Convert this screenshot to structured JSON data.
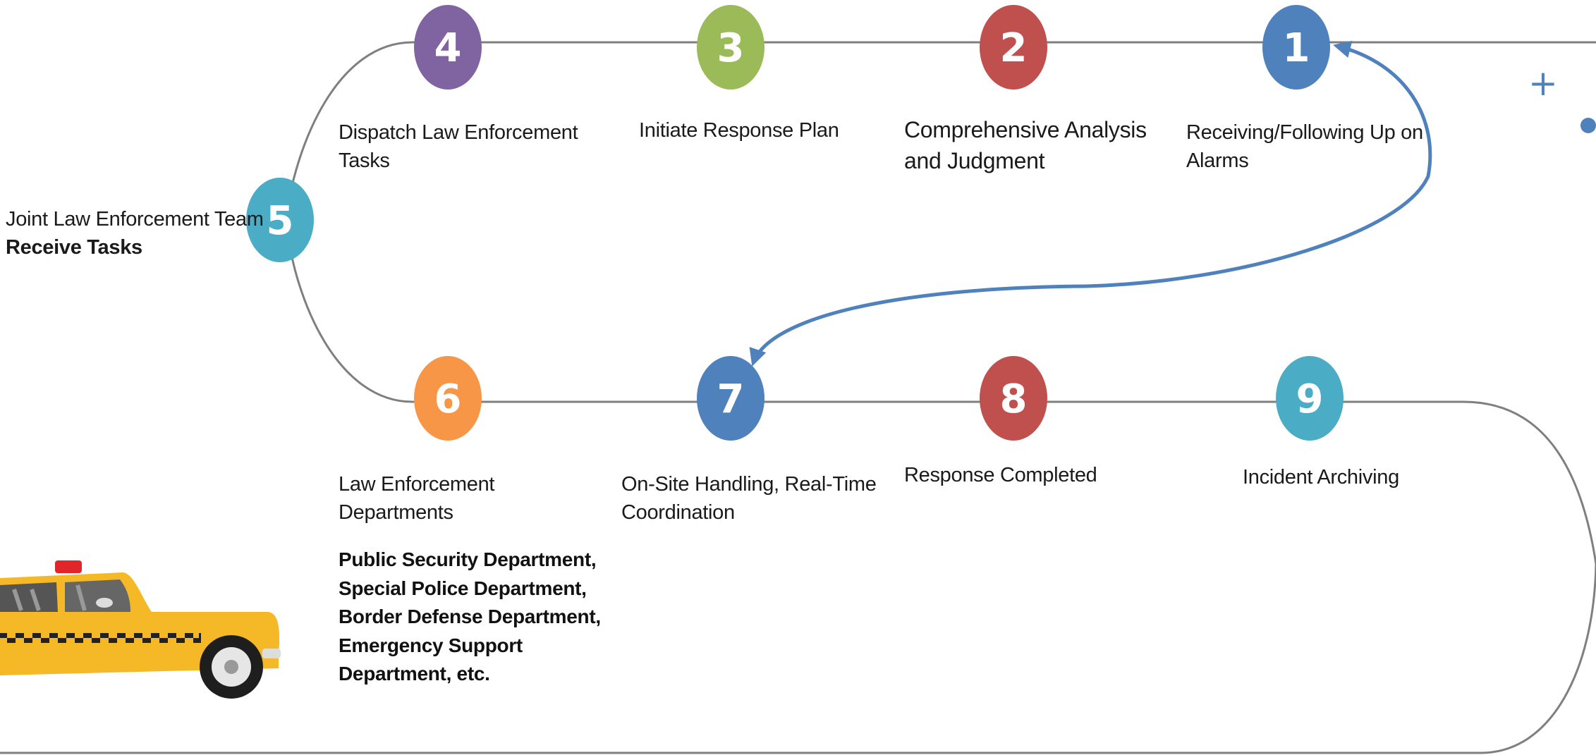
{
  "steps": [
    {
      "num": "1",
      "color": "#4f81bd",
      "lines": [
        "Receiving/Following Up on",
        "Alarms"
      ]
    },
    {
      "num": "2",
      "color": "#c0504d",
      "lines": [
        "Comprehensive Analysis",
        "and Judgment"
      ]
    },
    {
      "num": "3",
      "color": "#9bbb59",
      "lines": [
        "Initiate Response Plan"
      ]
    },
    {
      "num": "4",
      "color": "#8064a2",
      "lines": [
        "Dispatch Law Enforcement",
        "Tasks"
      ]
    },
    {
      "num": "5",
      "color": "#4bacc6",
      "lines": [
        "Joint Law Enforcement Team",
        "Receive Tasks"
      ]
    },
    {
      "num": "6",
      "color": "#f79646",
      "lines": [
        "Law Enforcement",
        "Departments"
      ]
    },
    {
      "num": "7",
      "color": "#4f81bd",
      "lines": [
        "On-Site Handling, Real-Time",
        "Coordination"
      ]
    },
    {
      "num": "8",
      "color": "#c0504d",
      "lines": [
        "Response Completed"
      ]
    },
    {
      "num": "9",
      "color": "#4bacc6",
      "lines": [
        "Incident Archiving"
      ]
    }
  ],
  "departments": [
    "Public Security Department,",
    "Special Police Department,",
    "Border Defense Department,",
    "Emergency Support",
    "Department, etc."
  ],
  "decor": {
    "plus": "+",
    "taxi": "taxi-illustration"
  },
  "colors": {
    "track": "#7f7f7f",
    "arrow": "#4f81bd",
    "decor": "#4f81bd"
  }
}
